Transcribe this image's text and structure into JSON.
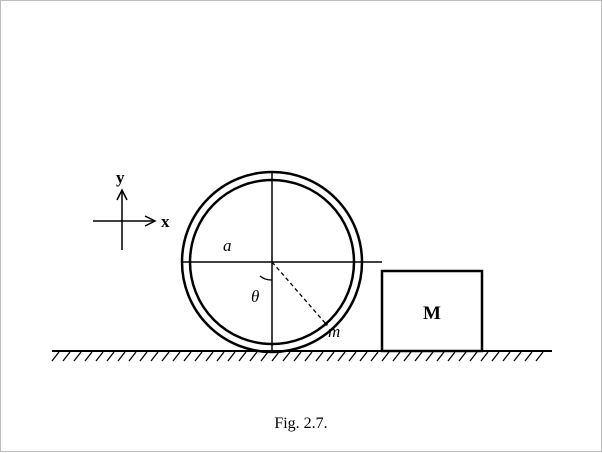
{
  "figure": {
    "caption": "Fig. 2.7.",
    "axes": {
      "x_label": "x",
      "y_label": "y"
    },
    "labels": {
      "radius": "a",
      "angle": "θ",
      "particle_mass": "m",
      "block_mass": "M"
    }
  }
}
